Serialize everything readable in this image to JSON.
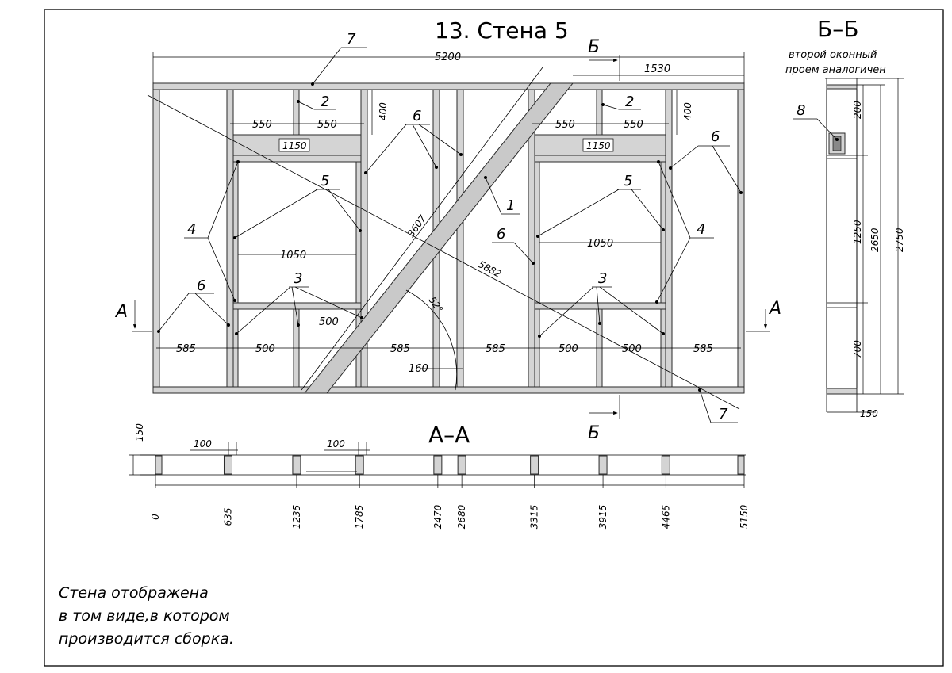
{
  "title": "13. Стена 5",
  "section_bb": {
    "title": "Б–Б",
    "note_line1": "второй оконный",
    "note_line2": "проем аналогичен",
    "dims": [
      "200",
      "1250",
      "2650",
      "2750",
      "700",
      "150"
    ],
    "callout": "8"
  },
  "section_aa": {
    "title": "А–А",
    "dims": [
      "150",
      "100",
      "100"
    ],
    "positions": [
      "0",
      "635",
      "1235",
      "1785",
      "2470",
      "2680",
      "3315",
      "3915",
      "4465",
      "5150"
    ]
  },
  "cut_marks": {
    "a": "А",
    "b": "Б"
  },
  "dimensions": {
    "overall": "5200",
    "top_right": "1530",
    "half_left_1": "550",
    "half_left_2": "550",
    "half_right_1": "550",
    "half_right_2": "550",
    "v400_left": "400",
    "v400_right": "400",
    "header_left": "1150",
    "header_right": "1150",
    "window_left": "1050",
    "window_right": "1050",
    "brace_len": "3607",
    "diagonal": "5882",
    "angle": "52°",
    "w500_mid": "500",
    "bottom_spacings": [
      "585",
      "500",
      "585",
      "585",
      "500",
      "500",
      "585"
    ],
    "w160": "160"
  },
  "callouts": {
    "c7_top": "7",
    "c7_bottom": "7",
    "c2_left": "2",
    "c2_right": "2",
    "c6_a": "6",
    "c6_b": "6",
    "c6_c": "6",
    "c6_d": "6",
    "c1": "1",
    "c5_left": "5",
    "c5_right": "5",
    "c4_left": "4",
    "c4_right": "4",
    "c3_left": "3",
    "c3_right": "3"
  },
  "note": {
    "line1": "Стена отображена",
    "line2": "в том виде,в котором",
    "line3": "производится сборка."
  }
}
